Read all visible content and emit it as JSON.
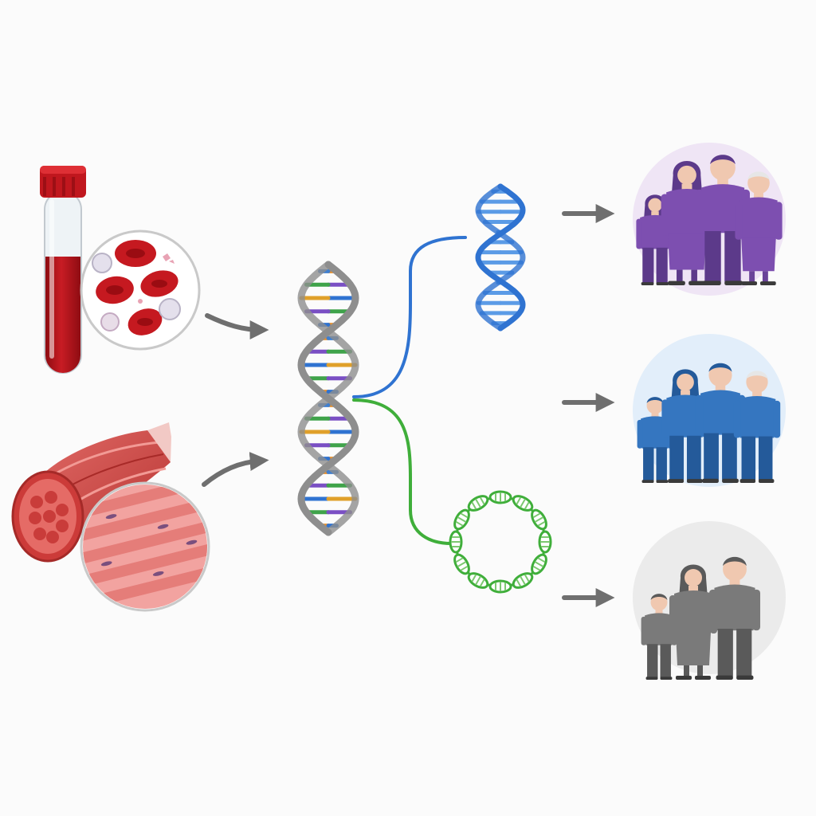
{
  "diagram": {
    "sources": [
      {
        "id": "blood-sample",
        "icon": "blood-test-tube-icon",
        "detail_icon": "blood-cells-magnifier-icon"
      },
      {
        "id": "muscle-sample",
        "icon": "muscle-tissue-icon",
        "detail_icon": "muscle-fibers-magnifier-icon"
      }
    ],
    "center": {
      "icon": "dna-double-helix-icon"
    },
    "branches": [
      {
        "id": "nuclear-dna",
        "icon": "blue-dna-helix-icon",
        "color": "#2f73d1"
      },
      {
        "id": "mitochondrial-dna",
        "icon": "circular-dna-icon",
        "color": "#3fae3a"
      }
    ],
    "families": [
      {
        "id": "maternal-family",
        "icon": "family-group-icon",
        "color": "#7d4fb0",
        "bg": "#efe5f5"
      },
      {
        "id": "paternal-family",
        "icon": "family-group-icon",
        "color": "#3576c0",
        "bg": "#e2eefa"
      },
      {
        "id": "other-family",
        "icon": "family-group-icon",
        "color": "#7a7a7a",
        "bg": "#ebebeb"
      }
    ],
    "colors": {
      "arrow": "#6f6f6f",
      "blood": "#b3141c",
      "muscle": "#cf4a48",
      "helix": "#8e8e8e"
    }
  }
}
